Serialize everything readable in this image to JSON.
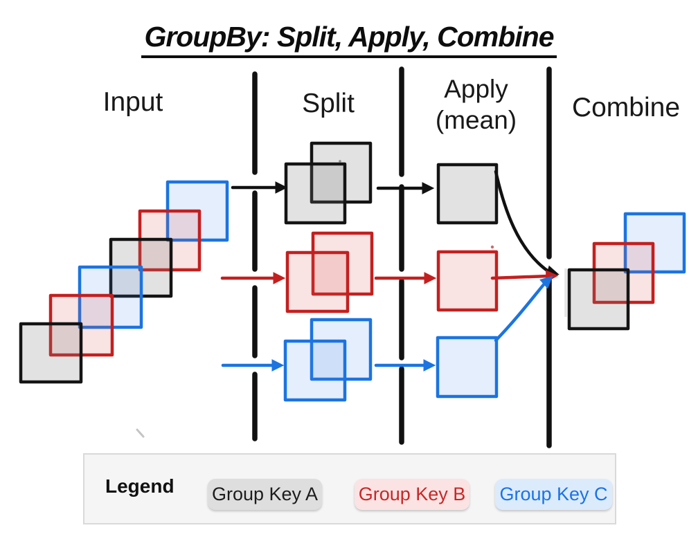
{
  "title": "GroupBy: Split, Apply, Combine",
  "stages": {
    "input": "Input",
    "split": "Split",
    "apply_line1": "Apply",
    "apply_line2": "(mean)",
    "combine": "Combine"
  },
  "legend": {
    "title": "Legend",
    "items": [
      {
        "label": "Group Key A",
        "text_color": "#1c1c1c",
        "bg_color": "#dedede"
      },
      {
        "label": "Group Key B",
        "text_color": "#c62828",
        "bg_color": "#fbe3e3"
      },
      {
        "label": "Group Key C",
        "text_color": "#1a73e8",
        "bg_color": "#dcebfb"
      }
    ]
  },
  "groups": [
    {
      "key": "A",
      "name": "Group Key A",
      "stroke_color": "#141414",
      "fill_color": "#e8e8e8"
    },
    {
      "key": "B",
      "name": "Group Key B",
      "stroke_color": "#c41f1f",
      "fill_color": "#fbe4e4"
    },
    {
      "key": "C",
      "name": "Group Key C",
      "stroke_color": "#1b74e0",
      "fill_color": "#e3eefb"
    }
  ],
  "diagram": {
    "flow": [
      "Input",
      "Split",
      "Apply (mean)",
      "Combine"
    ],
    "input_sequence": [
      "C",
      "B",
      "A",
      "C",
      "B",
      "A"
    ],
    "split_groups": [
      {
        "key": "A",
        "square_count": 2
      },
      {
        "key": "B",
        "square_count": 2
      },
      {
        "key": "C",
        "square_count": 2
      }
    ],
    "apply_results": [
      "A",
      "B",
      "C"
    ],
    "combine_sequence": [
      "C",
      "B",
      "A"
    ]
  }
}
